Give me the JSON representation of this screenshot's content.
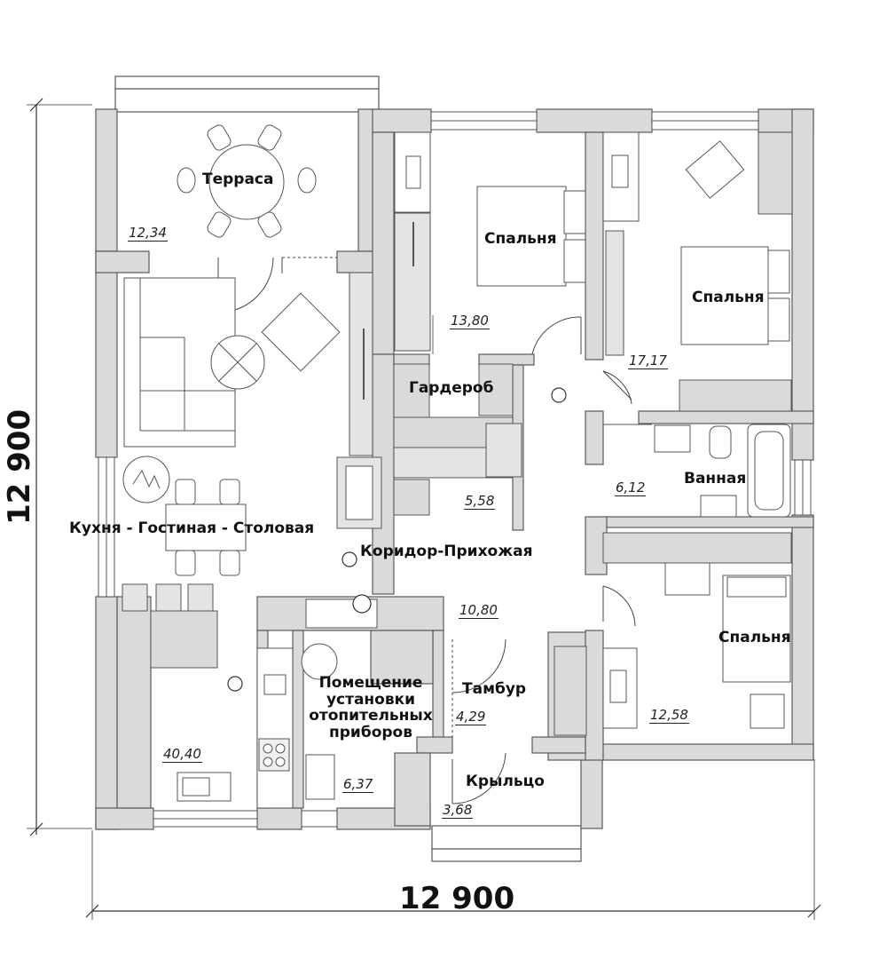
{
  "rooms": {
    "terrace": {
      "label": "Терраса",
      "area": "12,34"
    },
    "bedroom1": {
      "label": "Спальня",
      "area": "13,80"
    },
    "bedroom2": {
      "label": "Спальня",
      "area": "17,17"
    },
    "wardrobe": {
      "label": "Гардероб",
      "area": "5,58"
    },
    "bathroom": {
      "label": "Ванная",
      "area": "6,12"
    },
    "living": {
      "label": "Кухня - Гостиная - Столовая",
      "area": "40,40"
    },
    "corridor": {
      "label": "Коридор-Прихожая",
      "area": "10,80"
    },
    "bedroom3": {
      "label": "Спальня",
      "area": "12,58"
    },
    "boiler": {
      "label_lines": [
        "Помещение",
        "установки",
        "отопительных",
        "приборов"
      ],
      "area": "6,37"
    },
    "vestibule": {
      "label": "Тамбур",
      "area": "4,29"
    },
    "porch": {
      "label": "Крыльцо",
      "area": "3,68"
    }
  },
  "dimensions": {
    "width": "12 900",
    "height": "12 900"
  },
  "colors": {
    "wall": "#dadada",
    "wall_stroke": "#5a5a5a",
    "floor": "#ffffff",
    "furniture": "#e4e4e4",
    "line": "#333333"
  }
}
